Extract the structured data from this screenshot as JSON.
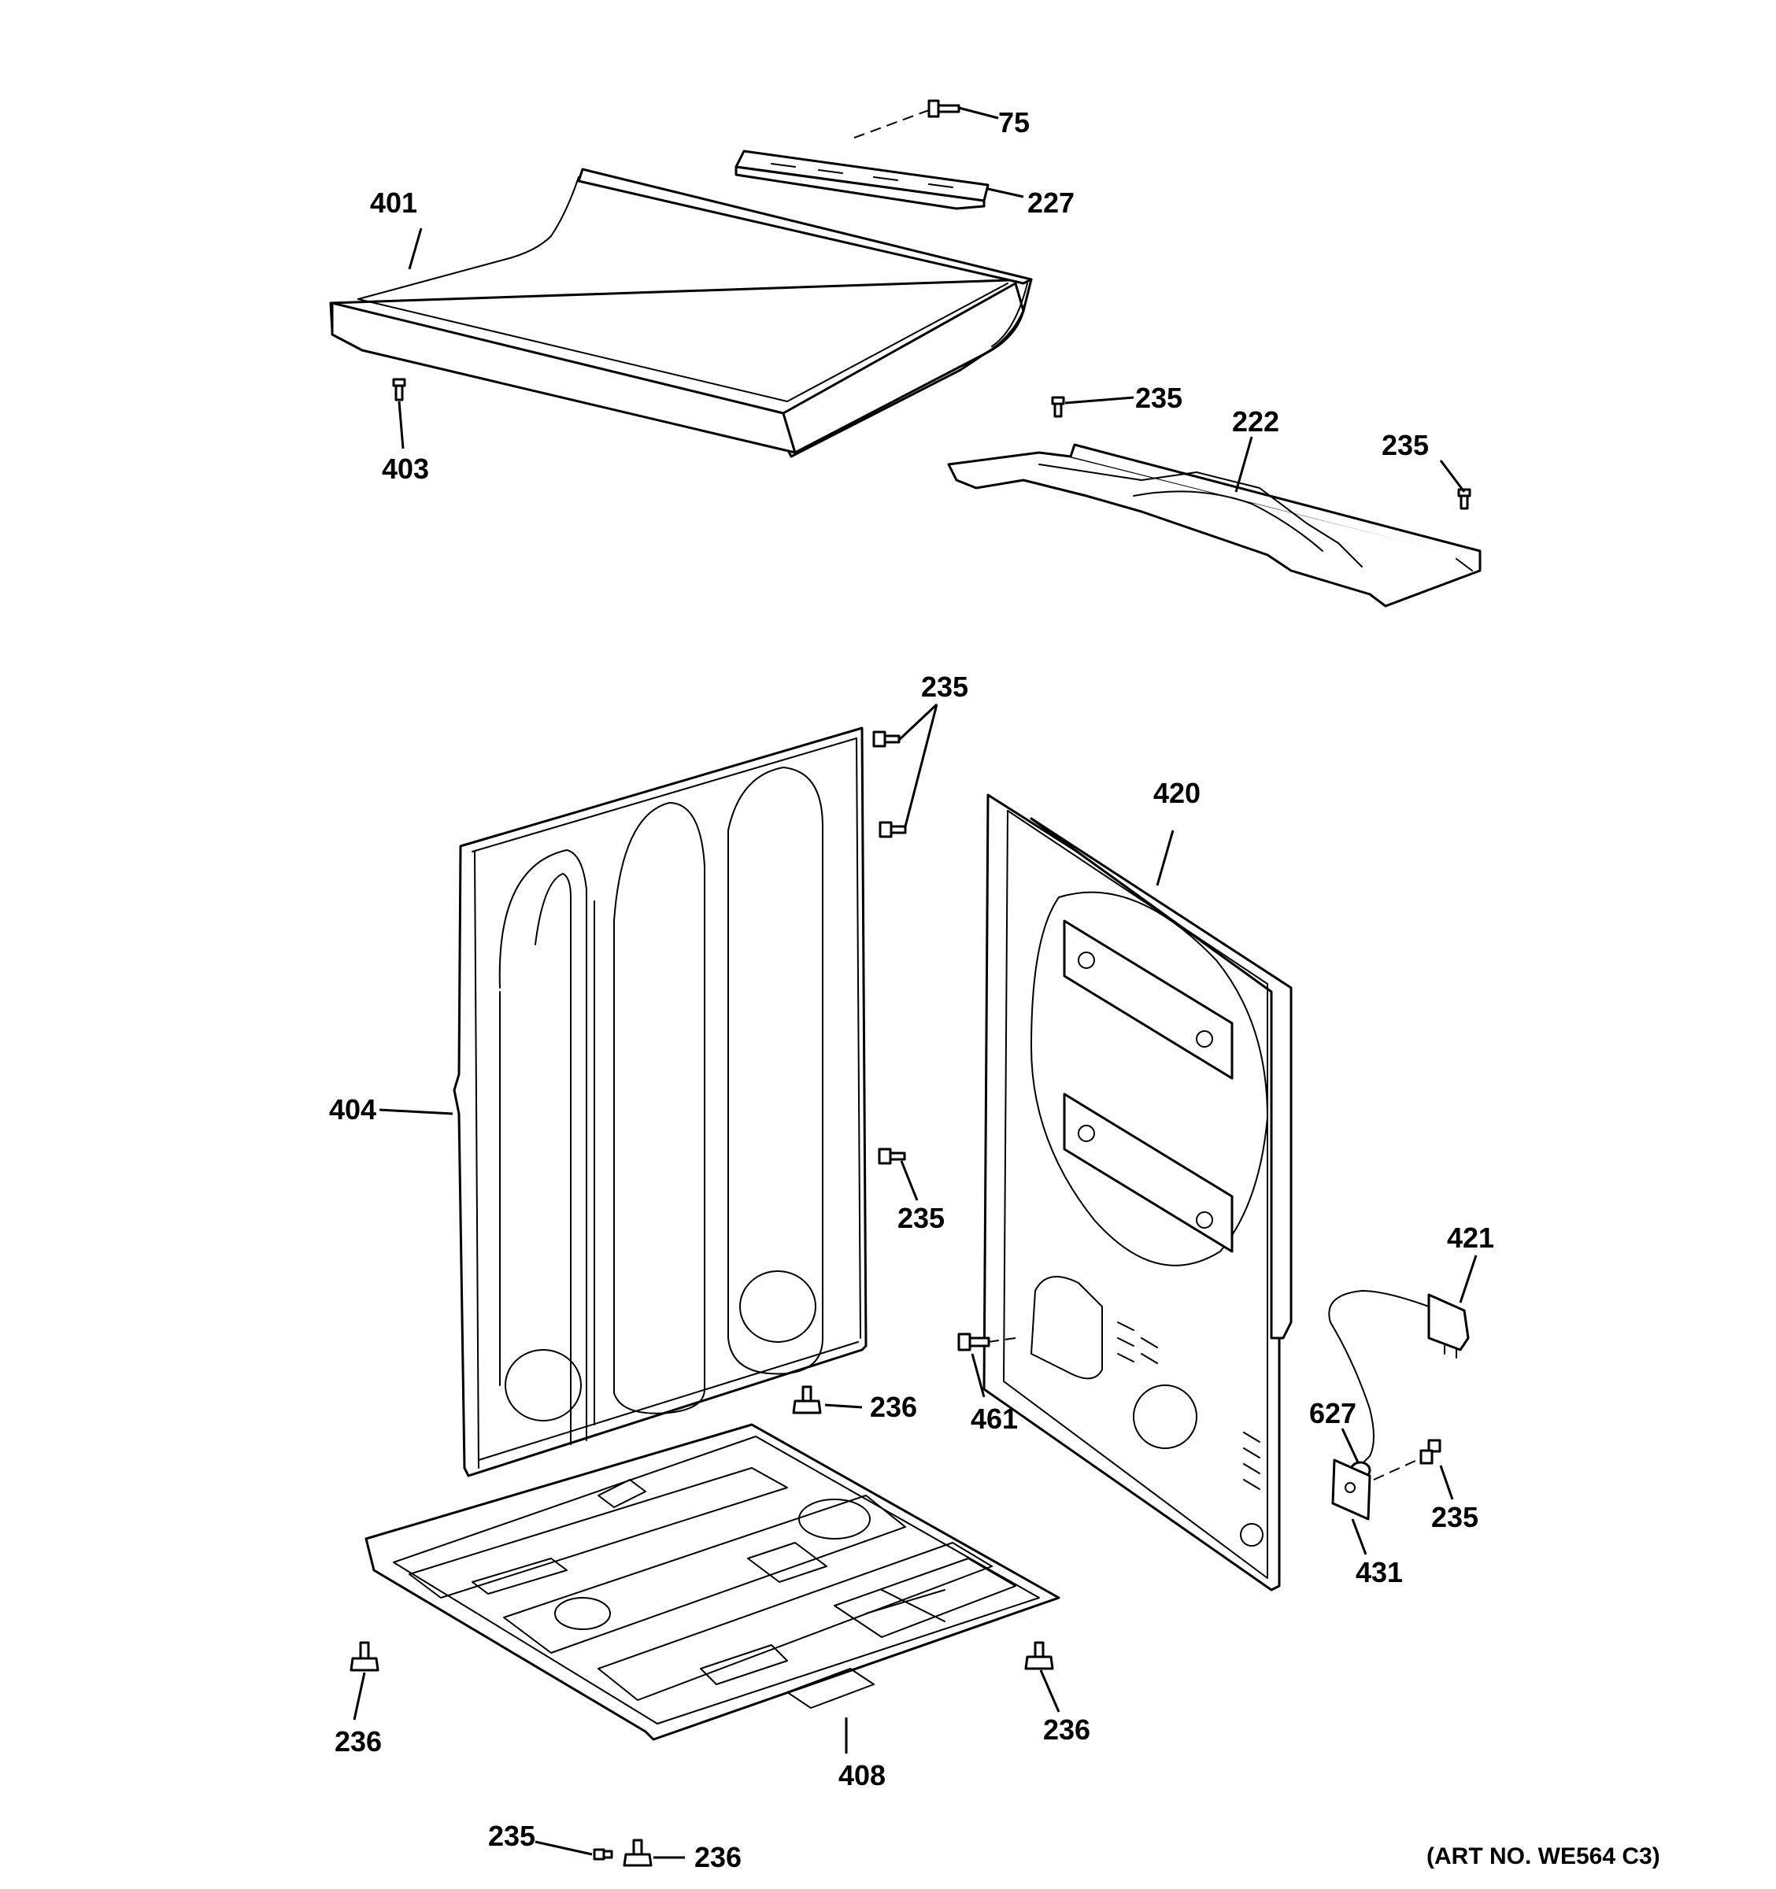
{
  "callouts": {
    "c75": "75",
    "c227": "227",
    "c401": "401",
    "c403": "403",
    "c235_top_left": "235",
    "c222": "222",
    "c235_top_right": "235",
    "c235_side_upper": "235",
    "c420": "420",
    "c404": "404",
    "c235_side_lower": "235",
    "c421": "421",
    "c627": "627",
    "c461": "461",
    "c236_center": "236",
    "c235_cord": "235",
    "c431": "431",
    "c236_left": "236",
    "c236_right": "236",
    "c408": "408",
    "c235_bottom": "235",
    "c236_bottom": "236"
  },
  "art_number": "(ART NO. WE564 C3)"
}
